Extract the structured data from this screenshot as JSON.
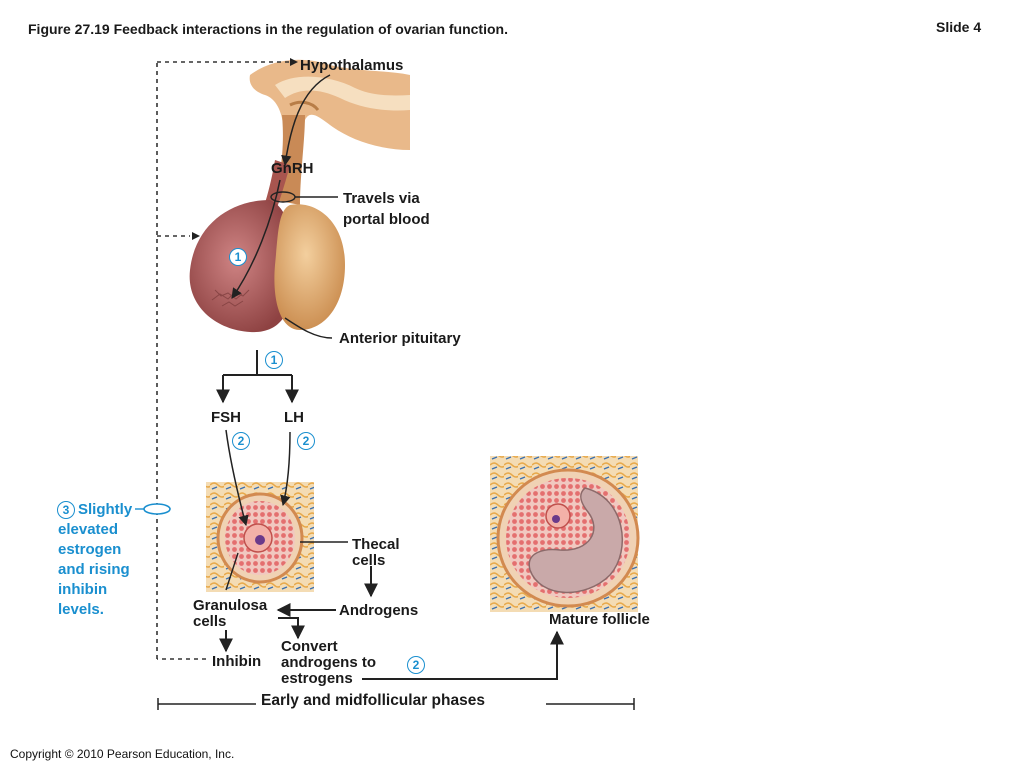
{
  "header": {
    "figure_title": "Figure 27.19  Feedback interactions in the regulation of ovarian function.",
    "slide_label": "Slide 4"
  },
  "labels": {
    "hypothalamus": "Hypothalamus",
    "gnrh": "GnRH",
    "travels_line1": "Travels via",
    "travels_line2": "portal blood",
    "anterior_pituitary": "Anterior pituitary",
    "fsh": "FSH",
    "lh": "LH",
    "thecal_line1": "Thecal",
    "thecal_line2": "cells",
    "granulosa_line1": "Granulosa",
    "granulosa_line2": "cells",
    "androgens": "Androgens",
    "inhibin": "Inhibin",
    "convert_line1": "Convert",
    "convert_line2": "androgens to",
    "convert_line3": "estrogens",
    "mature_follicle": "Mature follicle",
    "phase_bar": "Early and midfollicular phases"
  },
  "feedback_note": {
    "step": "3",
    "lines": [
      "Slightly",
      "elevated",
      "estrogen",
      "and rising",
      "inhibin",
      "levels."
    ]
  },
  "steps": {
    "pituitary_step": "1",
    "release_step": "1",
    "fsh_step": "2",
    "lh_step": "2",
    "estrogen_step": "2"
  },
  "footer": {
    "copyright": "Copyright © 2010 Pearson Education, Inc."
  },
  "colors": {
    "accent_blue": "#1a8fcf",
    "text": "#1a1a1a",
    "posterior_tan": "#e2a86a",
    "anterior_mauve": "#b35e5e",
    "granulosa_pink": "#e9a6a6"
  }
}
